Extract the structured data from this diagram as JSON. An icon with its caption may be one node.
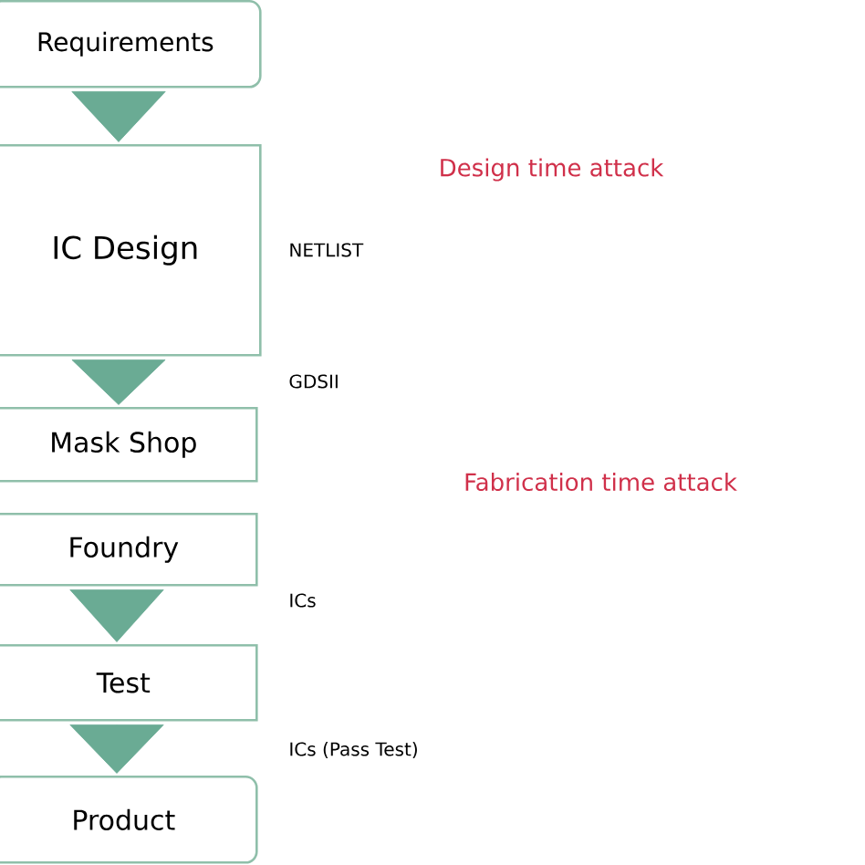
{
  "diagram": {
    "nodes": [
      {
        "text": [
          "Requirements"
        ]
      },
      {
        "text": [
          "IC Design"
        ]
      },
      {
        "text": [
          "Mask Shop"
        ]
      },
      {
        "text": [
          "Foundry"
        ]
      },
      {
        "text": [
          "Test"
        ]
      },
      {
        "text": [
          "Product"
        ]
      }
    ],
    "edges": [
      {
        "from": 0,
        "to": 1,
        "arrow": "to"
      },
      {
        "from": 1,
        "to": 2,
        "arrow": "to"
      },
      {
        "from": 3,
        "to": 4,
        "arrow": "to"
      },
      {
        "from": 4,
        "to": 5,
        "arrow": "to"
      }
    ],
    "labels": [
      "Design time attack",
      "NETLIST",
      "GDSII",
      "Fabrication time attack",
      "ICs",
      "ICs (Pass Test)"
    ]
  }
}
